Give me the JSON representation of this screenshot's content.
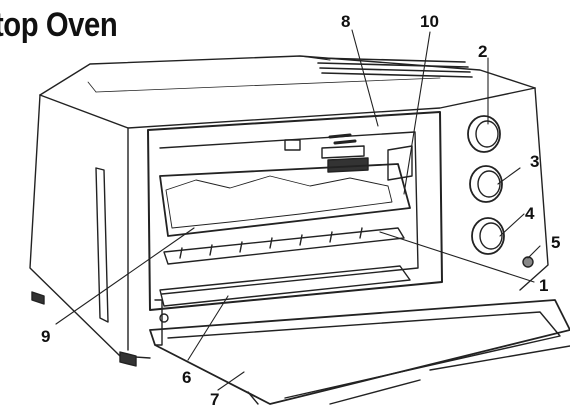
{
  "title": "top Oven",
  "callouts": [
    "1",
    "2",
    "3",
    "4",
    "5",
    "6",
    "7",
    "8",
    "9",
    "10"
  ]
}
